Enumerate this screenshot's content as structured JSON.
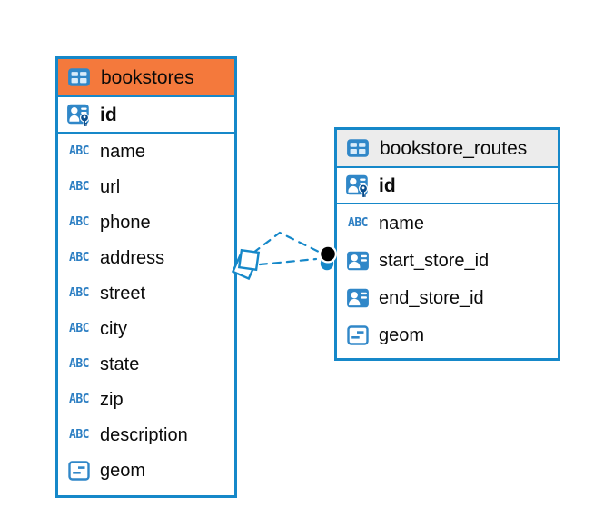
{
  "colors": {
    "table_border": "#1688c9",
    "icon_blue": "#3087c8",
    "icon_dark_blue": "#0a4d8c",
    "abc_blue": "#2d7fc3",
    "header_orange": "#f4793c",
    "header_gray": "#ececec",
    "relation_line": "#1688c9",
    "text": "#0a0a0a"
  },
  "icons": {
    "text_type_label": "ABC"
  },
  "tables": [
    {
      "name": "bookstores",
      "header_bg": "#f4793c",
      "pk": {
        "name": "id",
        "type_icon": "primary-key-user-icon"
      },
      "columns": [
        {
          "name": "name",
          "type_icon": "text-type-icon"
        },
        {
          "name": "url",
          "type_icon": "text-type-icon"
        },
        {
          "name": "phone",
          "type_icon": "text-type-icon"
        },
        {
          "name": "address",
          "type_icon": "text-type-icon"
        },
        {
          "name": "street",
          "type_icon": "text-type-icon"
        },
        {
          "name": "city",
          "type_icon": "text-type-icon"
        },
        {
          "name": "state",
          "type_icon": "text-type-icon"
        },
        {
          "name": "zip",
          "type_icon": "text-type-icon"
        },
        {
          "name": "description",
          "type_icon": "text-type-icon"
        },
        {
          "name": "geom",
          "type_icon": "geometry-type-icon"
        }
      ]
    },
    {
      "name": "bookstore_routes",
      "header_bg": "#ececec",
      "pk": {
        "name": "id",
        "type_icon": "primary-key-user-icon"
      },
      "columns": [
        {
          "name": "name",
          "type_icon": "text-type-icon"
        },
        {
          "name": "start_store_id",
          "type_icon": "foreign-key-user-icon"
        },
        {
          "name": "end_store_id",
          "type_icon": "foreign-key-user-icon"
        },
        {
          "name": "geom",
          "type_icon": "geometry-type-icon"
        }
      ]
    }
  ],
  "relation": {
    "from_table": "bookstores",
    "to_table": "bookstore_routes",
    "line_style": "dashed"
  }
}
